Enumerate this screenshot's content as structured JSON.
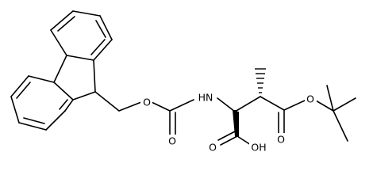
{
  "atoms": {
    "O_ether": "O",
    "O_carbonyl": "O",
    "NH": "HN",
    "O_ester_carbonyl": "O",
    "O_ester": "O",
    "O_acid_carbonyl": "O",
    "OH": "OH"
  }
}
